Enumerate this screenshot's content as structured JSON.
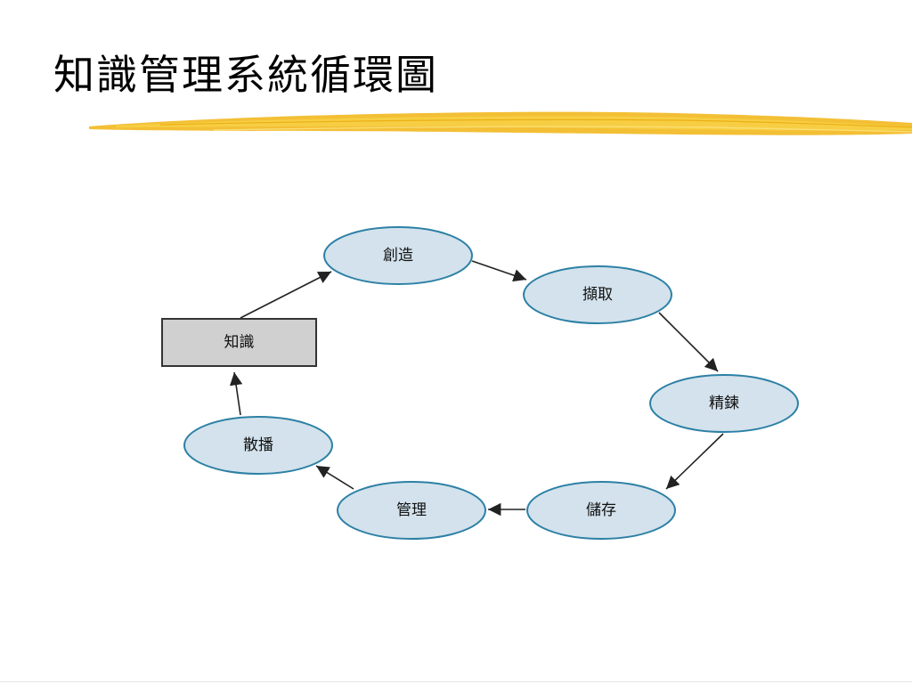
{
  "slide": {
    "title": "知識管理系統循環圖"
  },
  "colors": {
    "ellipse_fill": "#d3e2ec",
    "ellipse_stroke": "#2c80a5",
    "box_fill": "#d0d0d0",
    "box_stroke": "#333333",
    "arrow": "#222222",
    "brush": "#f2b81f"
  },
  "diagram": {
    "nodes": [
      {
        "id": "create",
        "label": "創造",
        "shape": "ellipse"
      },
      {
        "id": "capture",
        "label": "擷取",
        "shape": "ellipse"
      },
      {
        "id": "refine",
        "label": "精鍊",
        "shape": "ellipse"
      },
      {
        "id": "store",
        "label": "儲存",
        "shape": "ellipse"
      },
      {
        "id": "manage",
        "label": "管理",
        "shape": "ellipse"
      },
      {
        "id": "disseminate",
        "label": "散播",
        "shape": "ellipse"
      },
      {
        "id": "knowledge",
        "label": "知識",
        "shape": "box"
      }
    ],
    "edges": [
      {
        "from": "create",
        "to": "capture"
      },
      {
        "from": "capture",
        "to": "refine"
      },
      {
        "from": "refine",
        "to": "store"
      },
      {
        "from": "store",
        "to": "manage"
      },
      {
        "from": "manage",
        "to": "disseminate"
      },
      {
        "from": "disseminate",
        "to": "knowledge"
      },
      {
        "from": "knowledge",
        "to": "create"
      }
    ]
  }
}
